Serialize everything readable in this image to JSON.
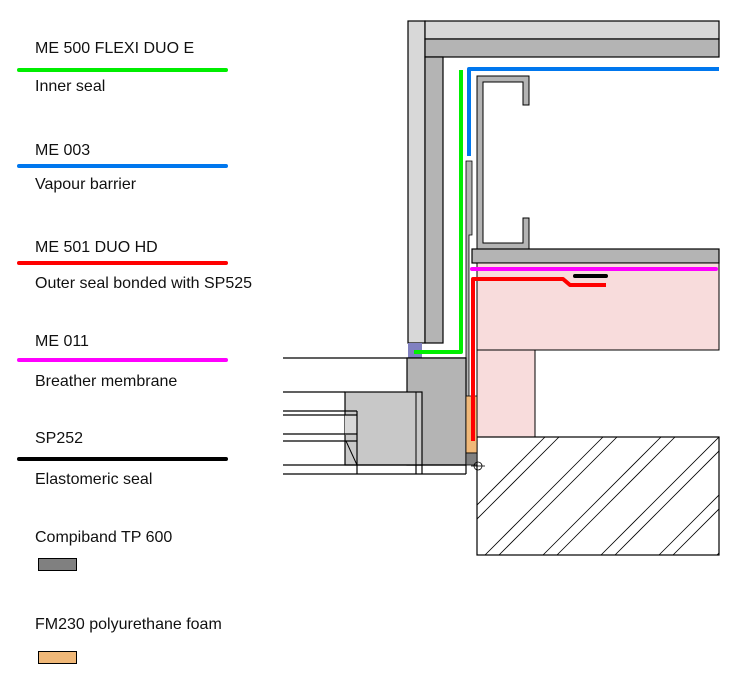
{
  "legend": {
    "lines": [
      {
        "title": "ME 500 FLEXI DUO E",
        "description": "Inner seal",
        "color": "#00ee00"
      },
      {
        "title": "ME 003",
        "description": "Vapour barrier",
        "color": "#0077ee"
      },
      {
        "title": "ME 501 DUO HD",
        "description": "Outer seal bonded with SP525",
        "color": "#ff0000"
      },
      {
        "title": "ME 011",
        "description": "Breather membrane",
        "color": "#ff00ff"
      },
      {
        "title": "SP252",
        "description": "Elastomeric seal",
        "color": "#000000"
      }
    ],
    "swatches": [
      {
        "title": "Compiband TP 600",
        "color": "#808080"
      },
      {
        "title": "FM230 polyurethane foam",
        "color": "#f0b878"
      }
    ]
  },
  "colors": {
    "light_grey": "#d8d8d8",
    "mid_grey": "#b4b4b4",
    "frame_grey": "#c8c8c8",
    "insulation_pink": "#f8dcdc",
    "purple_block": "#8080c0",
    "outline": "#000000"
  }
}
